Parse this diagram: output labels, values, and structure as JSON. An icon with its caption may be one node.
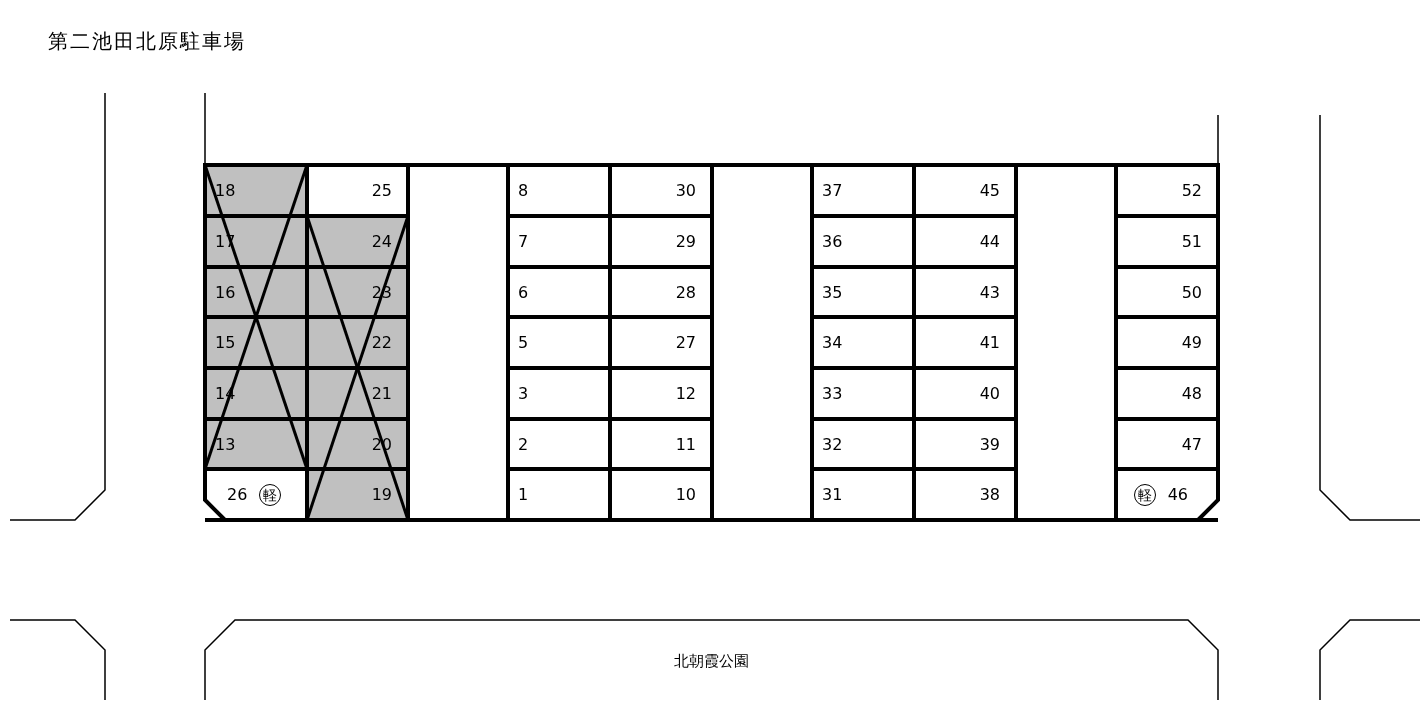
{
  "diagram": {
    "title": "第二池田北原駐車場",
    "nodes": [
      {
        "text": [
          "18"
        ]
      },
      {
        "text": [
          "25"
        ]
      },
      {
        "text": [
          "8"
        ]
      },
      {
        "text": [
          "30"
        ]
      },
      {
        "text": [
          "37"
        ]
      },
      {
        "text": [
          "45"
        ]
      },
      {
        "text": [
          "52"
        ]
      },
      {
        "text": [
          "17"
        ]
      },
      {
        "text": [
          "24"
        ]
      },
      {
        "text": [
          "7"
        ]
      },
      {
        "text": [
          "29"
        ]
      },
      {
        "text": [
          "36"
        ]
      },
      {
        "text": [
          "44"
        ]
      },
      {
        "text": [
          "51"
        ]
      },
      {
        "text": [
          "16"
        ]
      },
      {
        "text": [
          "23"
        ]
      },
      {
        "text": [
          "6"
        ]
      },
      {
        "text": [
          "28"
        ]
      },
      {
        "text": [
          "35"
        ]
      },
      {
        "text": [
          "43"
        ]
      },
      {
        "text": [
          "50"
        ]
      },
      {
        "text": [
          "15"
        ]
      },
      {
        "text": [
          "22"
        ]
      },
      {
        "text": [
          "5"
        ]
      },
      {
        "text": [
          "27"
        ]
      },
      {
        "text": [
          "34"
        ]
      },
      {
        "text": [
          "41"
        ]
      },
      {
        "text": [
          "49"
        ]
      },
      {
        "text": [
          "14"
        ]
      },
      {
        "text": [
          "21"
        ]
      },
      {
        "text": [
          "3"
        ]
      },
      {
        "text": [
          "12"
        ]
      },
      {
        "text": [
          "33"
        ]
      },
      {
        "text": [
          "40"
        ]
      },
      {
        "text": [
          "48"
        ]
      },
      {
        "text": [
          "13"
        ]
      },
      {
        "text": [
          "20"
        ]
      },
      {
        "text": [
          "2"
        ]
      },
      {
        "text": [
          "11"
        ]
      },
      {
        "text": [
          "32"
        ]
      },
      {
        "text": [
          "39"
        ]
      },
      {
        "text": [
          "47"
        ]
      },
      {
        "text": [
          "26",
          "軽"
        ]
      },
      {
        "text": [
          "19"
        ]
      },
      {
        "text": [
          "1"
        ]
      },
      {
        "text": [
          "10"
        ]
      },
      {
        "text": [
          "31"
        ]
      },
      {
        "text": [
          "38"
        ]
      },
      {
        "text": [
          "軽",
          "46"
        ]
      },
      {
        "text": [
          "北朝霞公園"
        ]
      }
    ]
  }
}
